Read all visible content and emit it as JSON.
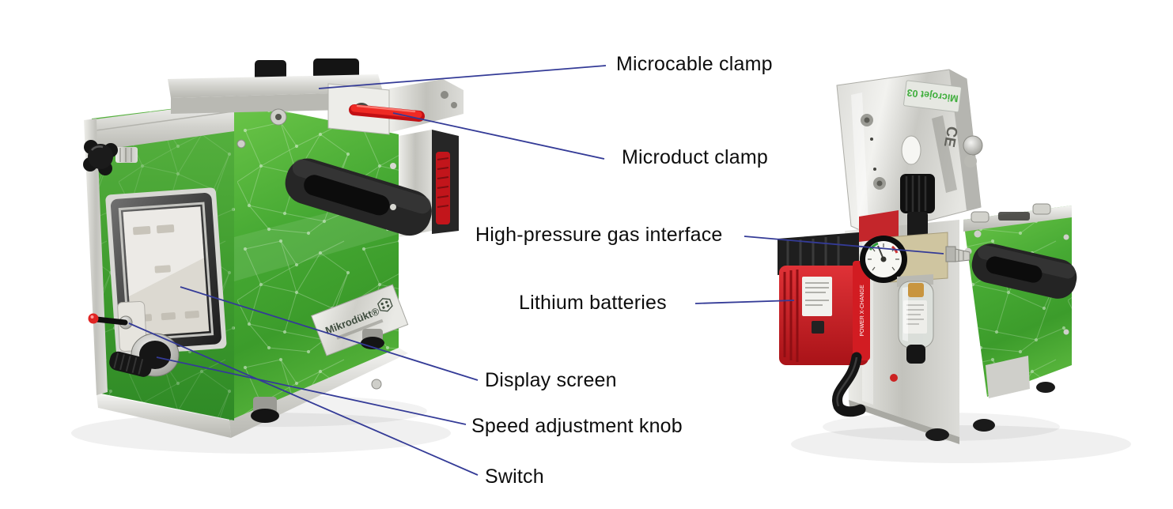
{
  "figure": {
    "background": "#ffffff",
    "leader_line_color": "#343b97",
    "label_text_color": "#0d0d0d"
  },
  "annotations": [
    {
      "id": "microcable-clamp",
      "label": "Microcable clamp"
    },
    {
      "id": "microduct-clamp",
      "label": "Microduct clamp"
    },
    {
      "id": "high-pressure-gas-interface",
      "label": "High-pressure gas interface"
    },
    {
      "id": "lithium-batteries",
      "label": "Lithium batteries"
    },
    {
      "id": "display-screen",
      "label": "Display screen"
    },
    {
      "id": "speed-adjustment-knob",
      "label": "Speed adjustment knob"
    },
    {
      "id": "switch",
      "label": "Switch"
    }
  ],
  "machine_left": {
    "brand_plate": "Mikrodükt®",
    "panel_green": "#46a933",
    "microduct_red": "#e8191d"
  },
  "machine_right": {
    "lid_label": "Microjet 03",
    "ce_mark": "CE",
    "battery_label": "POWER X-CHANGE",
    "battery_red": "#c81e23"
  }
}
